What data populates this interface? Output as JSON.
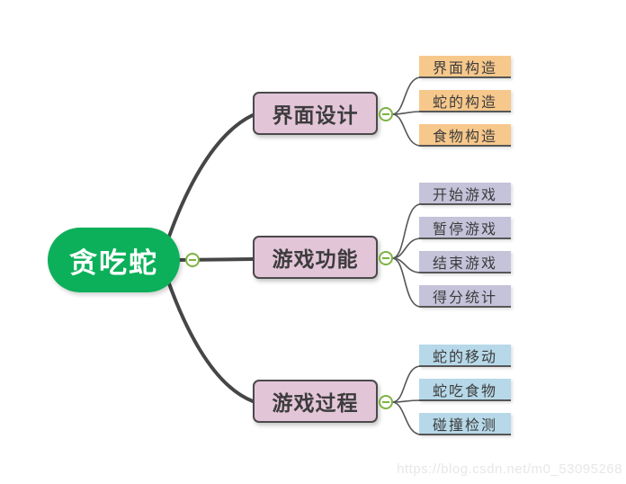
{
  "watermark": {
    "text": "https://blog.csdn.net/m0_53095268"
  },
  "mindmap": {
    "root": {
      "label": "贪吃蛇",
      "fill": "#0cb05a",
      "text_color": "#ffffff"
    },
    "branch_fill": "#e3c5d8",
    "connector_color": "#464646",
    "child_connector_color": "#565656",
    "collapse_icon": {
      "name": "minus-icon",
      "glyph": "−",
      "color": "#7cb342"
    },
    "branches": [
      {
        "label": "界面设计",
        "child_fill": "#f7c88c",
        "children": [
          {
            "label": "界面构造"
          },
          {
            "label": "蛇的构造"
          },
          {
            "label": "食物构造"
          }
        ]
      },
      {
        "label": "游戏功能",
        "child_fill": "#c5c3da",
        "children": [
          {
            "label": "开始游戏"
          },
          {
            "label": "暂停游戏"
          },
          {
            "label": "结束游戏"
          },
          {
            "label": "得分统计"
          }
        ]
      },
      {
        "label": "游戏过程",
        "child_fill": "#b6d8e8",
        "children": [
          {
            "label": "蛇的移动"
          },
          {
            "label": "蛇吃食物"
          },
          {
            "label": "碰撞检测"
          }
        ]
      }
    ]
  }
}
